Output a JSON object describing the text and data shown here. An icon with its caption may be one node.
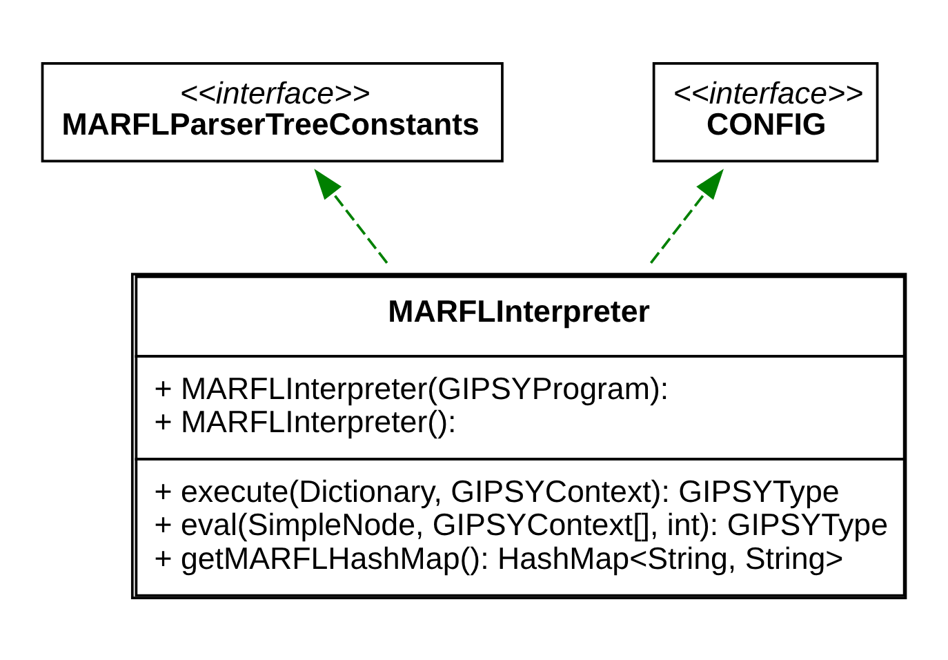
{
  "diagram": {
    "nodes": [
      {
        "text": [
          "<<interface>>",
          "MARFLParserTreeConstants"
        ]
      },
      {
        "text": [
          "<<interface>>",
          "CONFIG"
        ]
      },
      {
        "text": [
          "MARFLInterpreter",
          "+ MARFLInterpreter(GIPSYProgram):",
          "+ MARFLInterpreter():",
          "+ execute(Dictionary, GIPSYContext): GIPSYType",
          "+ eval(SimpleNode, GIPSYContext[], int): GIPSYType",
          "+ getMARFLHashMap(): HashMap<String, String>"
        ]
      }
    ],
    "edges": [
      {
        "from": 2,
        "to": 0,
        "arrow": "to",
        "style": "dashed",
        "color": "#008000"
      },
      {
        "from": 2,
        "to": 1,
        "arrow": "to",
        "style": "dashed",
        "color": "#008000"
      }
    ]
  }
}
